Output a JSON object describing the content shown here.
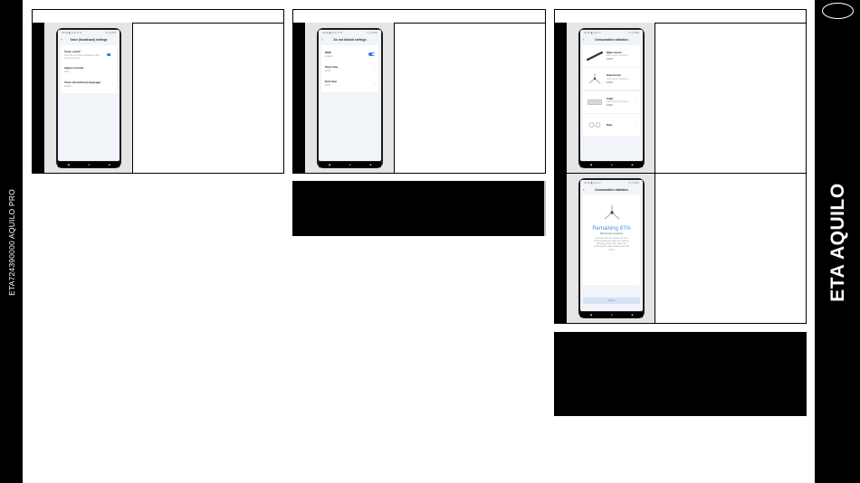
{
  "sidebar": {
    "model": "ETA724390000 AQUILO PRO",
    "brand": "ETA AQUILO"
  },
  "screens": {
    "voice": {
      "status_left": "16:02 ◧ ● G ✦ ✉",
      "status_right": "✦ ◫ 90%",
      "back": "‹",
      "title": "Voice (broadcast) settings",
      "rows": [
        {
          "label": "Voice on/off",
          "sub": "Turn this on to hear notifications and announcements"
        },
        {
          "label": "Adjust volume",
          "sub": "50%"
        },
        {
          "label": "Voice (broadcast) language",
          "sub": "English"
        }
      ]
    },
    "dnd": {
      "status_left": "16:02 ◧ ● G ✦ ✉",
      "status_right": "✦ ◫ 90%",
      "back": "‹",
      "title": "Do not disturb settings",
      "rows": [
        {
          "label": "DND",
          "sub": "Enabled"
        },
        {
          "label": "Start time",
          "sub": "22:00"
        },
        {
          "label": "End time",
          "sub": "08:00"
        }
      ]
    },
    "consumables": {
      "status_left": "16:02 ◧ ● G ✦",
      "status_right": "✦ ◫ 90%",
      "back": "‹",
      "title": "Consumables statistics",
      "items": [
        {
          "name": "Main brush",
          "hours": "300 hour(s) remaining",
          "percent": "100%"
        },
        {
          "name": "Side brush",
          "hours": "200 hour(s) remaining",
          "percent": "100%"
        },
        {
          "name": "Filter",
          "hours": "150 hour(s) remaining",
          "percent": "100%"
        },
        {
          "name": "Mop",
          "hours": "",
          "percent": ""
        }
      ]
    },
    "sidebrush": {
      "status_left": "16:02 ◧ ● G ✦",
      "status_right": "✦ ◫ 90%",
      "back": "‹",
      "title": "Consumables statistics",
      "remaining": "Remaining 87%",
      "hours": "180 hour(s) remaining",
      "desc": "We recommend to replace the side brush regularly to ensure the cleaning efficiency of the robot. Reset the remaining time after replacing the side brush.",
      "reset": "Reset"
    },
    "nav": {
      "back": "◀",
      "home": "●",
      "recent": "■"
    }
  },
  "colors": {
    "accent": "#3d7ee0",
    "page_bg": "#e5e5e5"
  }
}
